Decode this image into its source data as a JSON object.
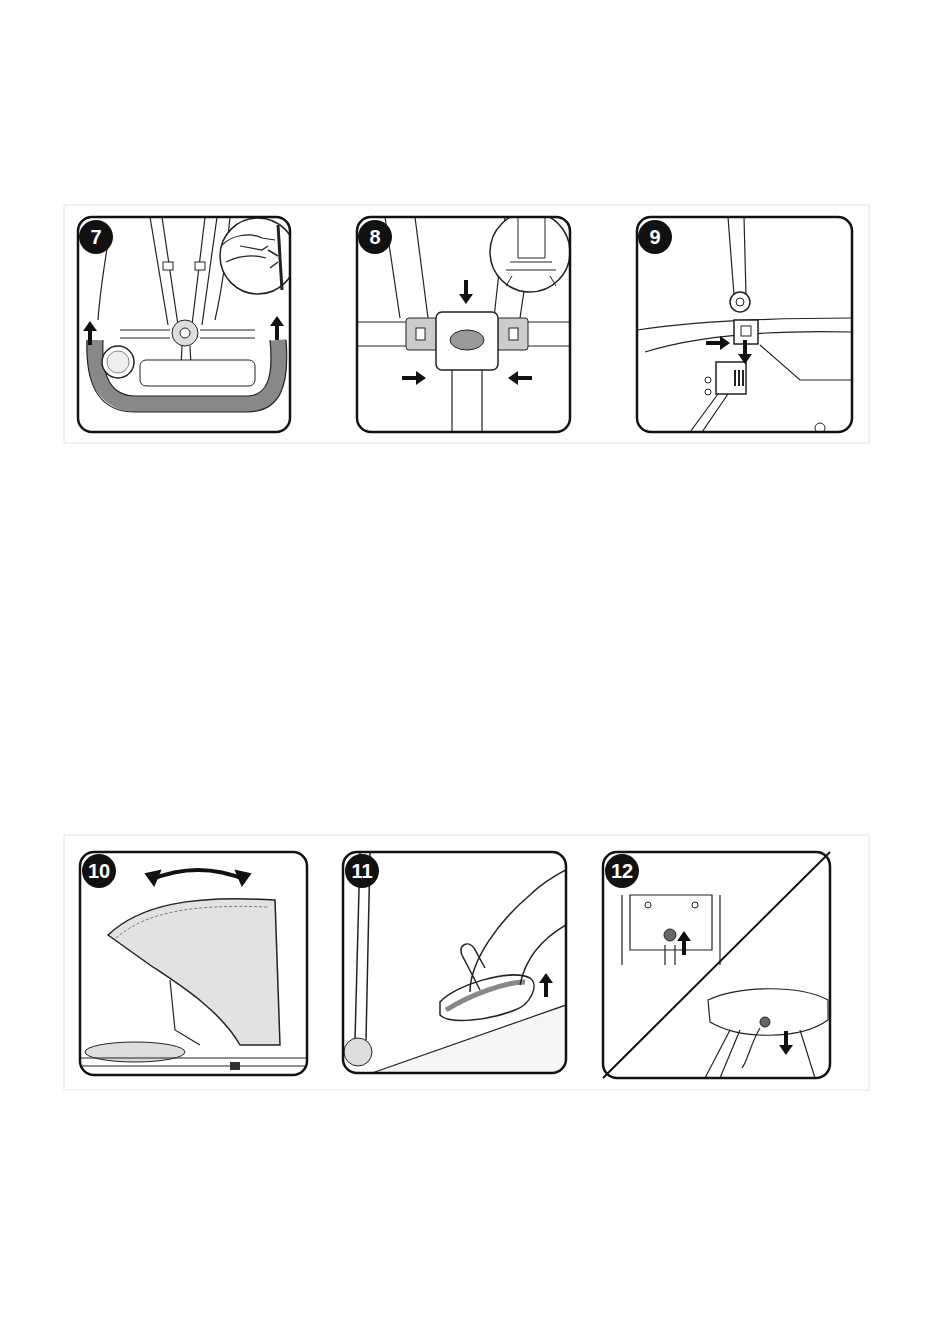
{
  "diagram": {
    "labels": [
      "7",
      "8",
      "9",
      "10",
      "11",
      "12"
    ]
  }
}
